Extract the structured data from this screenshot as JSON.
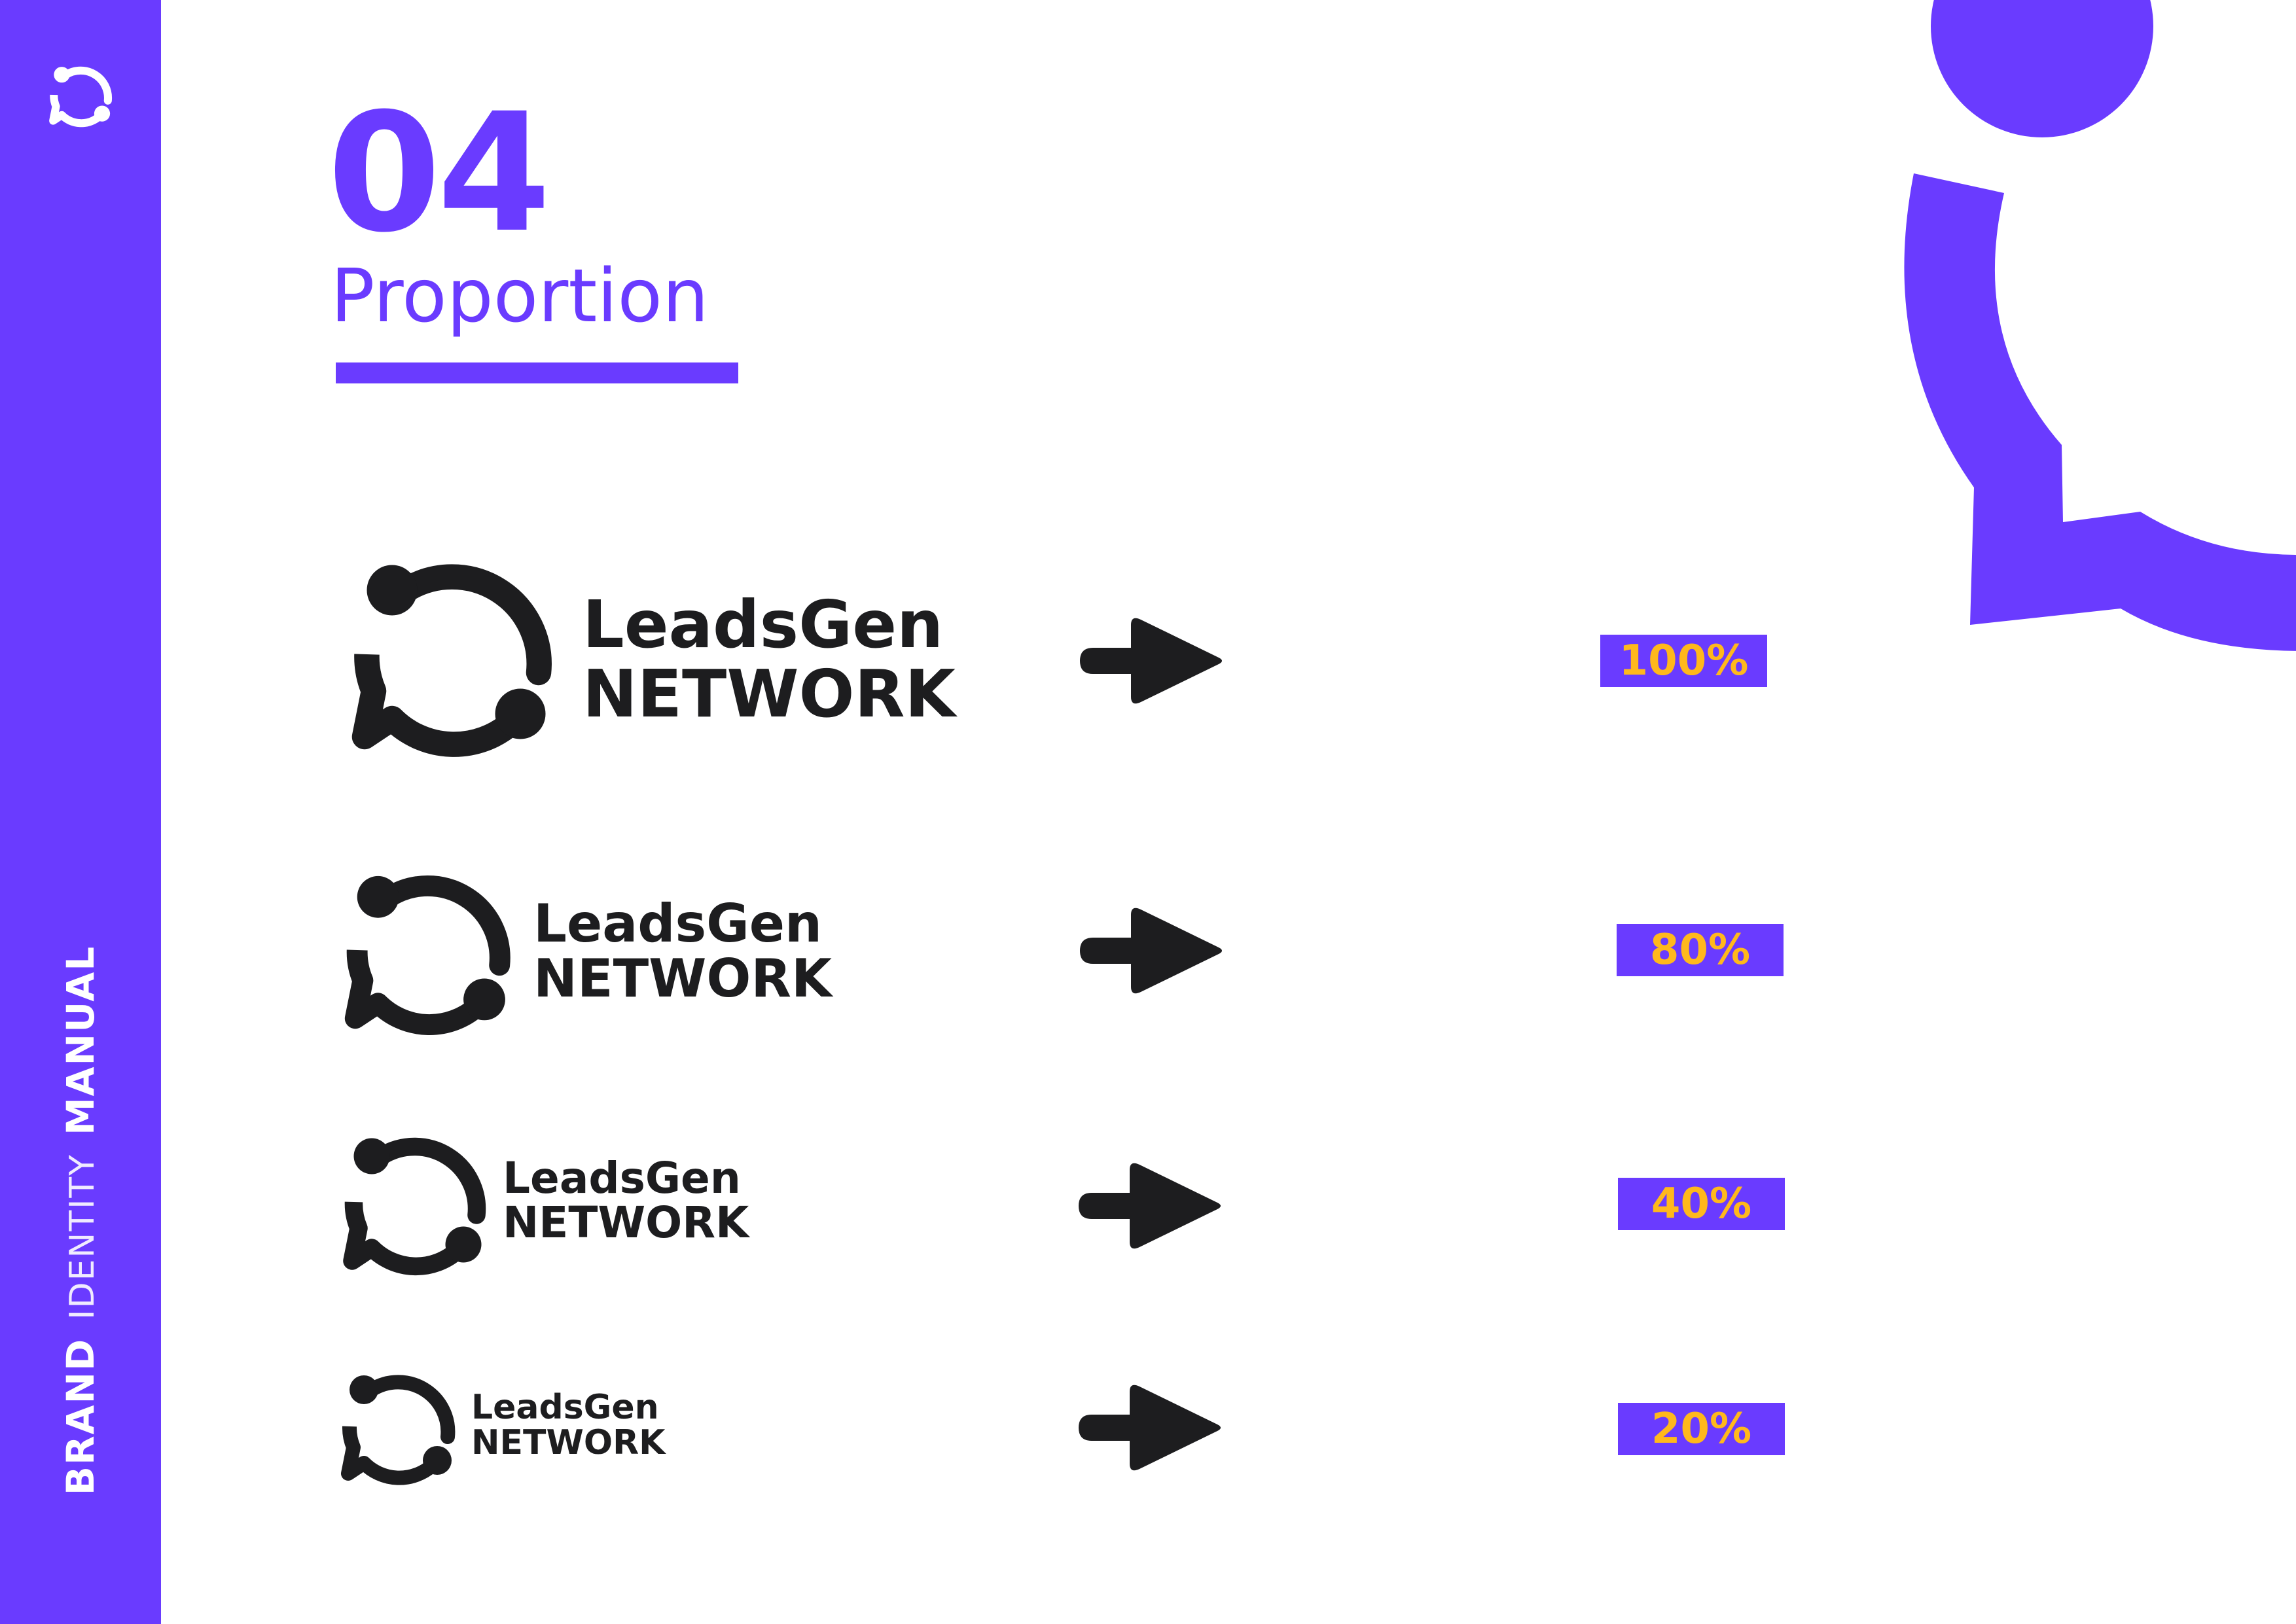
{
  "sidebar": {
    "brand_word": "BRAND",
    "identity_word": "IDENTITY",
    "manual_word": "MANUAL",
    "logo_icon": "chat-bubble-logo-icon"
  },
  "section": {
    "number": "04",
    "title": "Proportion"
  },
  "logos": [
    {
      "scale": "100%",
      "line1": "LeadsGen",
      "line2": "NETWORK"
    },
    {
      "scale": "80%",
      "line1": "LeadsGen",
      "line2": "NETWORK"
    },
    {
      "scale": "40%",
      "line1": "LeadsGen",
      "line2": "NETWORK"
    },
    {
      "scale": "20%",
      "line1": "LeadsGen",
      "line2": "NETWORK"
    }
  ],
  "colors": {
    "brand_purple": "#6a3bff",
    "accent_yellow": "#ffb81c",
    "logo_black": "#1d1d1f",
    "background": "#ffffff"
  }
}
